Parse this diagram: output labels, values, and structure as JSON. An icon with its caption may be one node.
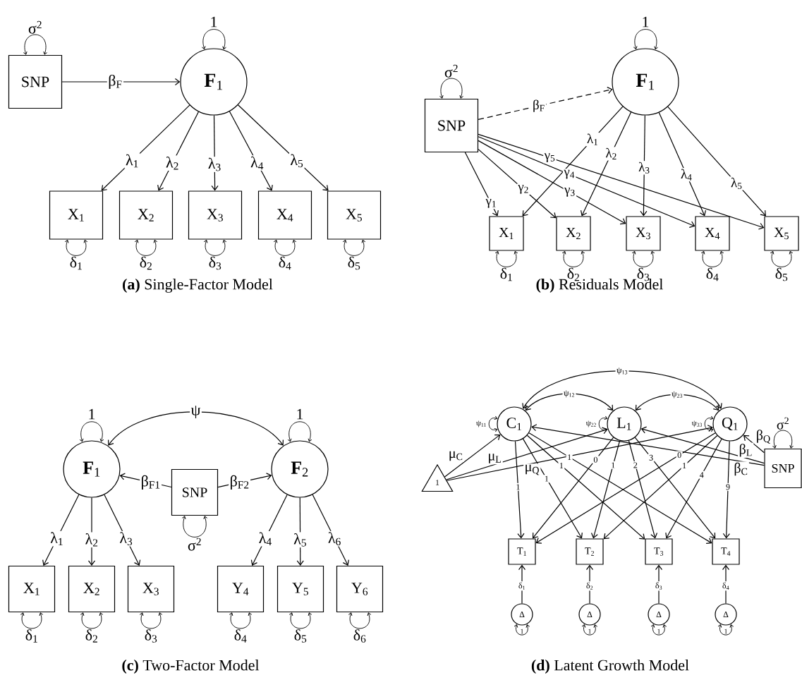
{
  "diagram": {
    "nodes": [
      {
        "text": [
          "SNP"
        ]
      },
      {
        "text": [
          "**F**$_{1}$"
        ]
      },
      {
        "text": [
          "X$_{1}$"
        ]
      },
      {
        "text": [
          "X$_{2}$"
        ]
      },
      {
        "text": [
          "X$_{3}$"
        ]
      },
      {
        "text": [
          "X$_{4}$"
        ]
      },
      {
        "text": [
          "X$_{5}$"
        ]
      },
      {
        "text": [
          "SNP"
        ]
      },
      {
        "text": [
          "**F**$_{1}$"
        ]
      },
      {
        "text": [
          "X$_{1}$"
        ]
      },
      {
        "text": [
          "X$_{2}$"
        ]
      },
      {
        "text": [
          "X$_{3}$"
        ]
      },
      {
        "text": [
          "X$_{4}$"
        ]
      },
      {
        "text": [
          "X$_{5}$"
        ]
      },
      {
        "text": [
          "**F**$_{1}$"
        ]
      },
      {
        "text": [
          "SNP"
        ]
      },
      {
        "text": [
          "**F**$_{2}$"
        ]
      },
      {
        "text": [
          "X$_{1}$"
        ]
      },
      {
        "text": [
          "X$_{2}$"
        ]
      },
      {
        "text": [
          "X$_{3}$"
        ]
      },
      {
        "text": [
          "Y$_{4}$"
        ]
      },
      {
        "text": [
          "Y$_{5}$"
        ]
      },
      {
        "text": [
          "Y$_{6}$"
        ]
      },
      {
        "text": [
          "C$_{1}$"
        ]
      },
      {
        "text": [
          "L$_{1}$"
        ]
      },
      {
        "text": [
          "Q$_{1}$"
        ]
      },
      {
        "text": [
          "1"
        ]
      },
      {
        "text": [
          "SNP"
        ]
      },
      {
        "text": [
          "T$_{1}$"
        ]
      },
      {
        "text": [
          "T$_{2}$"
        ]
      },
      {
        "text": [
          "T$_{3}$"
        ]
      },
      {
        "text": [
          "T$_{4}$"
        ]
      },
      {
        "text": [
          "Δ"
        ]
      },
      {
        "text": [
          "Δ"
        ]
      },
      {
        "text": [
          "Δ"
        ]
      },
      {
        "text": [
          "Δ"
        ]
      }
    ],
    "edges": [
      {
        "from": 0,
        "to": 0,
        "arrow": "both",
        "label": "σ$^{2}$"
      },
      {
        "from": 1,
        "to": 1,
        "arrow": "both",
        "label": "1"
      },
      {
        "from": 0,
        "to": 1,
        "arrow": "to",
        "label": "β$_{F}$"
      },
      {
        "from": 1,
        "to": 2,
        "arrow": "to",
        "label": "λ$_{1}$"
      },
      {
        "from": 1,
        "to": 3,
        "arrow": "to",
        "label": "λ$_{2}$"
      },
      {
        "from": 1,
        "to": 4,
        "arrow": "to",
        "label": "λ$_{3}$"
      },
      {
        "from": 1,
        "to": 5,
        "arrow": "to",
        "label": "λ$_{4}$"
      },
      {
        "from": 1,
        "to": 6,
        "arrow": "to",
        "label": "λ$_{5}$"
      },
      {
        "from": 2,
        "to": 2,
        "arrow": "both",
        "label": "δ$_{1}$"
      },
      {
        "from": 3,
        "to": 3,
        "arrow": "both",
        "label": "δ$_{2}$"
      },
      {
        "from": 4,
        "to": 4,
        "arrow": "both",
        "label": "δ$_{3}$"
      },
      {
        "from": 5,
        "to": 5,
        "arrow": "both",
        "label": "δ$_{4}$"
      },
      {
        "from": 6,
        "to": 6,
        "arrow": "both",
        "label": "δ$_{5}$"
      },
      {
        "from": 7,
        "to": 7,
        "arrow": "both",
        "label": "σ$^{2}$"
      },
      {
        "from": 8,
        "to": 8,
        "arrow": "both",
        "label": "1"
      },
      {
        "from": 7,
        "to": 8,
        "arrow": "to",
        "label": "β$_{F}$",
        "style": "dashed"
      },
      {
        "from": 8,
        "to": 9,
        "arrow": "to",
        "label": "λ$_{1}$"
      },
      {
        "from": 8,
        "to": 10,
        "arrow": "to",
        "label": "λ$_{2}$"
      },
      {
        "from": 8,
        "to": 11,
        "arrow": "to",
        "label": "λ$_{3}$"
      },
      {
        "from": 8,
        "to": 12,
        "arrow": "to",
        "label": "λ$_{4}$"
      },
      {
        "from": 8,
        "to": 13,
        "arrow": "to",
        "label": "λ$_{5}$"
      },
      {
        "from": 7,
        "to": 9,
        "arrow": "to",
        "label": "γ$_{1}$"
      },
      {
        "from": 7,
        "to": 10,
        "arrow": "to",
        "label": "γ$_{2}$"
      },
      {
        "from": 7,
        "to": 11,
        "arrow": "to",
        "label": "γ$_{3}$"
      },
      {
        "from": 7,
        "to": 12,
        "arrow": "to",
        "label": "γ$_{4}$"
      },
      {
        "from": 7,
        "to": 13,
        "arrow": "to",
        "label": "γ$_{5}$"
      },
      {
        "from": 9,
        "to": 9,
        "arrow": "both",
        "label": "δ$_{1}$"
      },
      {
        "from": 10,
        "to": 10,
        "arrow": "both",
        "label": "δ$_{2}$"
      },
      {
        "from": 11,
        "to": 11,
        "arrow": "both",
        "label": "δ$_{3}$"
      },
      {
        "from": 12,
        "to": 12,
        "arrow": "both",
        "label": "δ$_{4}$"
      },
      {
        "from": 13,
        "to": 13,
        "arrow": "both",
        "label": "δ$_{5}$"
      },
      {
        "from": 14,
        "to": 14,
        "arrow": "both",
        "label": "1"
      },
      {
        "from": 16,
        "to": 16,
        "arrow": "both",
        "label": "1"
      },
      {
        "from": 14,
        "to": 16,
        "arrow": "both",
        "label": "ψ"
      },
      {
        "from": 15,
        "to": 14,
        "arrow": "to",
        "label": "β$_{F1}$"
      },
      {
        "from": 15,
        "to": 16,
        "arrow": "to",
        "label": "β$_{F2}$"
      },
      {
        "from": 15,
        "to": 15,
        "arrow": "both",
        "label": "σ$^{2}$"
      },
      {
        "from": 14,
        "to": 17,
        "arrow": "to",
        "label": "λ$_{1}$"
      },
      {
        "from": 14,
        "to": 18,
        "arrow": "to",
        "label": "λ$_{2}$"
      },
      {
        "from": 14,
        "to": 19,
        "arrow": "to",
        "label": "λ$_{3}$"
      },
      {
        "from": 16,
        "to": 20,
        "arrow": "to",
        "label": "λ$_{4}$"
      },
      {
        "from": 16,
        "to": 21,
        "arrow": "to",
        "label": "λ$_{5}$"
      },
      {
        "from": 16,
        "to": 22,
        "arrow": "to",
        "label": "λ$_{6}$"
      },
      {
        "from": 17,
        "to": 17,
        "arrow": "both",
        "label": "δ$_{1}$"
      },
      {
        "from": 18,
        "to": 18,
        "arrow": "both",
        "label": "δ$_{2}$"
      },
      {
        "from": 19,
        "to": 19,
        "arrow": "both",
        "label": "δ$_{3}$"
      },
      {
        "from": 20,
        "to": 20,
        "arrow": "both",
        "label": "δ$_{4}$"
      },
      {
        "from": 21,
        "to": 21,
        "arrow": "both",
        "label": "δ$_{5}$"
      },
      {
        "from": 22,
        "to": 22,
        "arrow": "both",
        "label": "δ$_{6}$"
      },
      {
        "from": 23,
        "to": 25,
        "arrow": "both",
        "label": "ψ$_{13}$"
      },
      {
        "from": 23,
        "to": 24,
        "arrow": "both",
        "label": "ψ$_{12}$"
      },
      {
        "from": 24,
        "to": 25,
        "arrow": "both",
        "label": "ψ$_{23}$"
      },
      {
        "from": 23,
        "to": 23,
        "arrow": "both",
        "label": "ψ$_{11}$"
      },
      {
        "from": 24,
        "to": 24,
        "arrow": "both",
        "label": "ψ$_{22}$"
      },
      {
        "from": 25,
        "to": 25,
        "arrow": "both",
        "label": "ψ$_{33}$"
      },
      {
        "from": 26,
        "to": 23,
        "arrow": "to",
        "label": "μ$_{C}$"
      },
      {
        "from": 26,
        "to": 24,
        "arrow": "to",
        "label": "μ$_{L}$"
      },
      {
        "from": 26,
        "to": 25,
        "arrow": "to",
        "label": "μ$_{Q}$"
      },
      {
        "from": 27,
        "to": 27,
        "arrow": "both",
        "label": "σ$^{2}$"
      },
      {
        "from": 27,
        "to": 23,
        "arrow": "to",
        "label": "β$_{C}$"
      },
      {
        "from": 27,
        "to": 24,
        "arrow": "to",
        "label": "β$_{L}$"
      },
      {
        "from": 27,
        "to": 25,
        "arrow": "to",
        "label": "β$_{Q}$"
      },
      {
        "from": 23,
        "to": 28,
        "arrow": "to",
        "label": "1"
      },
      {
        "from": 23,
        "to": 29,
        "arrow": "to",
        "label": "1"
      },
      {
        "from": 23,
        "to": 30,
        "arrow": "to",
        "label": "1"
      },
      {
        "from": 23,
        "to": 31,
        "arrow": "to",
        "label": "1"
      },
      {
        "from": 24,
        "to": 28,
        "arrow": "to",
        "label": "0"
      },
      {
        "from": 24,
        "to": 29,
        "arrow": "to",
        "label": "1"
      },
      {
        "from": 24,
        "to": 30,
        "arrow": "to",
        "label": "2"
      },
      {
        "from": 24,
        "to": 31,
        "arrow": "to",
        "label": "3"
      },
      {
        "from": 25,
        "to": 28,
        "arrow": "to",
        "label": "0"
      },
      {
        "from": 25,
        "to": 29,
        "arrow": "to",
        "label": "1"
      },
      {
        "from": 25,
        "to": 30,
        "arrow": "to",
        "label": "4"
      },
      {
        "from": 25,
        "to": 31,
        "arrow": "to",
        "label": "9"
      },
      {
        "from": 32,
        "to": 28,
        "arrow": "to",
        "label": "δ$_{1}$"
      },
      {
        "from": 33,
        "to": 29,
        "arrow": "to",
        "label": "δ$_{2}$"
      },
      {
        "from": 34,
        "to": 30,
        "arrow": "to",
        "label": "δ$_{3}$"
      },
      {
        "from": 35,
        "to": 31,
        "arrow": "to",
        "label": "δ$_{4}$"
      },
      {
        "from": 32,
        "to": 32,
        "arrow": "both",
        "label": "1"
      },
      {
        "from": 33,
        "to": 33,
        "arrow": "both",
        "label": "1"
      },
      {
        "from": 34,
        "to": 34,
        "arrow": "both",
        "label": "1"
      },
      {
        "from": 35,
        "to": 35,
        "arrow": "both",
        "label": "1"
      }
    ],
    "labels": [
      "**(a)** Single-Factor Model",
      "**(b)** Residuals Model",
      "**(c)** Two-Factor Model",
      "**(d)** Latent Growth Model"
    ]
  }
}
